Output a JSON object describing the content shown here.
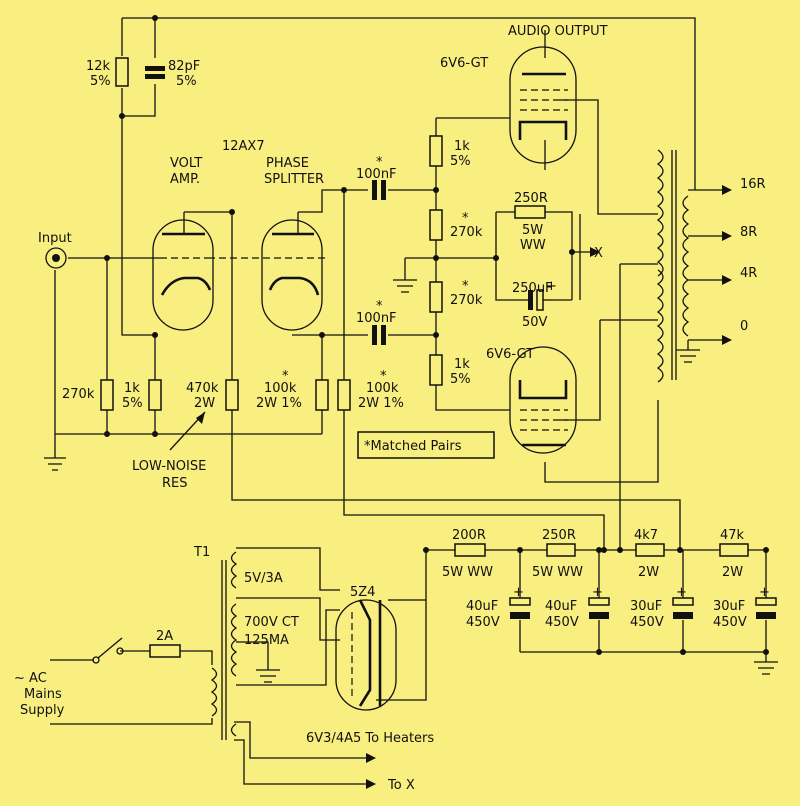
{
  "tubes": {
    "v1": "12AX7",
    "volt_amp": [
      "VOLT",
      "AMP."
    ],
    "phase_splitter": [
      "PHASE",
      "SPLITTER"
    ],
    "out_top": "6V6-GT",
    "out_bottom": "6V6-GT",
    "rectifier": "5Z4"
  },
  "labels": {
    "audio_output": "AUDIO  OUTPUT",
    "input": "Input",
    "low_noise": [
      "LOW-NOISE",
      "RES"
    ],
    "matched": "*Matched Pairs",
    "x_out": "X",
    "t1": "T1",
    "ac_mains": [
      "~ AC",
      "Mains",
      "Supply"
    ],
    "heaters": "6V3/4A5  To Heaters",
    "to_x": "To  X",
    "star": "*"
  },
  "taps": [
    "16R",
    "8R",
    "4R",
    "0"
  ],
  "components": {
    "r_fb": [
      "12k",
      "5%"
    ],
    "c_fb": [
      "82pF",
      "5%"
    ],
    "c_up": "100nF",
    "c_lo": "100nF",
    "r_top_1k": [
      "1k",
      "5%"
    ],
    "r_top_270k": "270k",
    "r_bot_270k": "270k",
    "r_bot_1k": [
      "1k",
      "5%"
    ],
    "r_cathode": [
      "250R",
      "5W",
      "WW"
    ],
    "c_cathode": [
      "250uF",
      "50V"
    ],
    "r_in": "270k",
    "r_k1": [
      "1k",
      "5%"
    ],
    "r_470k": [
      "470k",
      "2W"
    ],
    "r_100k_a": [
      "100k",
      "2W  1%"
    ],
    "r_100k_b": [
      "100k",
      "2W  1%"
    ],
    "sec_5v": "5V/3A",
    "sec_700v": [
      "700V CT",
      "125MA"
    ],
    "fuse": "2A",
    "ps_r1": [
      "200R",
      "5W  WW"
    ],
    "ps_r2": [
      "250R",
      "5W  WW"
    ],
    "ps_r3": [
      "4k7",
      "2W"
    ],
    "ps_r4": [
      "47k",
      "2W"
    ],
    "ps_c1": [
      "40uF",
      "450V"
    ],
    "ps_c2": [
      "40uF",
      "450V"
    ],
    "ps_c3": [
      "30uF",
      "450V"
    ],
    "ps_c4": [
      "30uF",
      "450V"
    ]
  }
}
